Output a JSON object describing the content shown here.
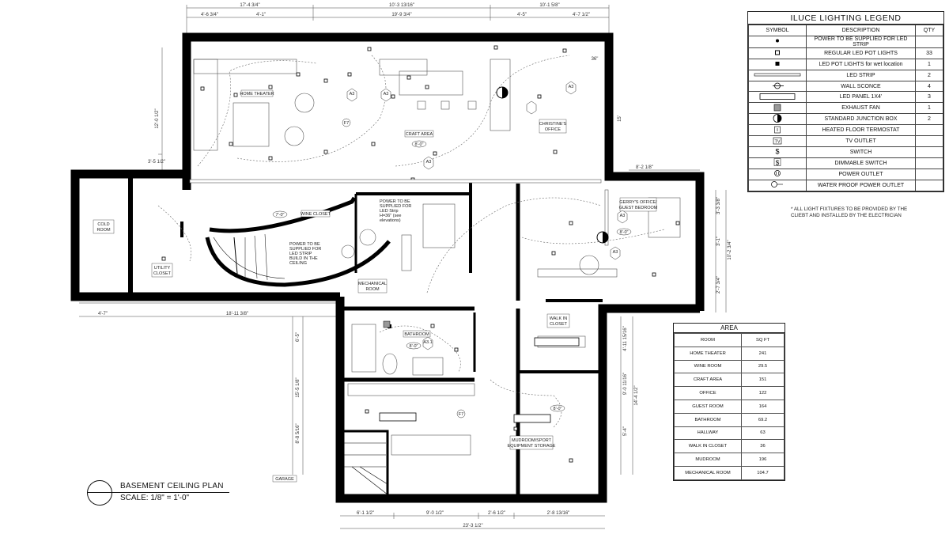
{
  "legend": {
    "title": "ILUCE LIGHTING LEGEND",
    "headers": {
      "symbol": "SYMBOL",
      "description": "DESCRIPTION",
      "qty": "QTY"
    },
    "rows": [
      {
        "icon": "dot-icon",
        "description": "POWER TO BE SUPPLIED FOR LED STRIP",
        "qty": ""
      },
      {
        "icon": "pot-light-icon",
        "description": "REGULAR LED POT LIGHTS",
        "qty": "33"
      },
      {
        "icon": "wet-pot-light-icon",
        "description": "LED POT LIGHTS for wet location",
        "qty": "1"
      },
      {
        "icon": "led-strip-icon",
        "description": "LED STRIP",
        "qty": "2"
      },
      {
        "icon": "wall-sconce-icon",
        "description": "WALL SCONCE",
        "qty": "4"
      },
      {
        "icon": "led-panel-icon",
        "description": "LED PANEL 1X4'",
        "qty": "3"
      },
      {
        "icon": "exhaust-fan-icon",
        "description": "EXHAUST FAN",
        "qty": "1"
      },
      {
        "icon": "junction-box-icon",
        "description": "STANDARD JUNCTION BOX",
        "qty": "2"
      },
      {
        "icon": "thermostat-icon",
        "description": "HEATED FLOOR TERMOSTAT",
        "qty": ""
      },
      {
        "icon": "tv-outlet-icon",
        "description": "TV OUTLET",
        "qty": ""
      },
      {
        "icon": "switch-icon",
        "description": "SWITCH",
        "qty": ""
      },
      {
        "icon": "dimmable-switch-icon",
        "description": "DIMMABLE SWITCH",
        "qty": ""
      },
      {
        "icon": "power-outlet-icon",
        "description": "POWER OUTLET",
        "qty": ""
      },
      {
        "icon": "waterproof-outlet-icon",
        "description": "WATER PROOF POWER OUTLET",
        "qty": ""
      }
    ],
    "note": "* ALL LIGHT FIXTURES TO BE PROVIDED BY THE CLIEBT AND INSTALLED BY THE ELECTRICIAN"
  },
  "area": {
    "title": "AREA",
    "headers": {
      "room": "ROOM",
      "sqft": "SQ FT"
    },
    "rows": [
      {
        "room": "HOME THEATER",
        "sqft": "241"
      },
      {
        "room": "WINE ROOM",
        "sqft": "29.5"
      },
      {
        "room": "CRAFT AREA",
        "sqft": "151"
      },
      {
        "room": "OFFICE",
        "sqft": "122"
      },
      {
        "room": "GUEST ROOM",
        "sqft": "164"
      },
      {
        "room": "BATHROOM",
        "sqft": "69.2"
      },
      {
        "room": "HALLWAY",
        "sqft": "63"
      },
      {
        "room": "WALK IN CLOSET",
        "sqft": "36"
      },
      {
        "room": "MUDROOM",
        "sqft": "196"
      },
      {
        "room": "MECHANICAL ROOM",
        "sqft": "104.7"
      }
    ]
  },
  "plan": {
    "title": "BASEMENT CEILING PLAN",
    "scale": "SCALE: 1/8\" = 1'-0\"",
    "rooms": {
      "home_theater": "HOME THEATER",
      "craft_area": "CRAFT AREA",
      "christines_office_1": "CHRISTINE'S",
      "christines_office_2": "OFFICE",
      "gerry_office_1": "GERRY'S OFFICE/",
      "gerry_office_2": "GUEST BEDROOM",
      "cold_room_1": "COLD",
      "cold_room_2": "ROOM",
      "utility_1": "UTILITY",
      "utility_2": "CLOSET",
      "wine_closet": "WINE CLOSET",
      "mechanical_1": "MECHANICAL",
      "mechanical_2": "ROOM",
      "bathroom": "BATHROOM",
      "walk_in_1": "WALK IN",
      "walk_in_2": "CLOSET",
      "mudroom_1": "MUDROOM/SPORT",
      "mudroom_2": "EQUIPMENT STORAGE",
      "garage": "GARAGE"
    },
    "notes": {
      "power_strip_a": [
        "POWER TO BE",
        "SUPPLIED FOR",
        "LED Strip",
        "H=36\" (see",
        "elevations)"
      ],
      "power_strip_b": [
        "POWER TO BE",
        "SUPPLIED FOR",
        "LED STRIP",
        "BUILD IN THE",
        "CEILING"
      ]
    },
    "heights": [
      "8'-0\"",
      "7'-0\"",
      "8'-0\"",
      "8'-0\"",
      "8'-0\""
    ],
    "tags": [
      "A3",
      "A3",
      "A3",
      "A3",
      "A3",
      "A3.1",
      "A3"
    ],
    "tag_sub": "1",
    "fixture_code": "F7",
    "dimensions": {
      "top": [
        "17'-4 3/4\"",
        "10'-3 13/16\"",
        "10'-1 5/8\"",
        "4'-6 3/4\"",
        "4'-1\"",
        "19'-9 3/4\"",
        "4'-5\"",
        "4'-7 1/2\""
      ],
      "left": [
        "12'-0 1/2\"",
        "3'-5 1/2\"",
        "6'-5\"",
        "15'-5 1/8\"",
        "8'-8 5/16\""
      ],
      "right": [
        "36\"",
        "15'",
        "8'-2 1/8\"",
        "3'-3 3/8\"",
        "10'-2 3/4\"",
        "2'-7 3/4\"",
        "3'-1\"",
        "4'-11 15/16\"",
        "9'-0 11/16\"",
        "14'-4 1/2\"",
        "5'-4\""
      ],
      "mid": [
        "4'-7\"",
        "18'-11 3/8\""
      ],
      "bottom": [
        "6'-1 1/2\"",
        "9'-0 1/2\"",
        "2'-6 1/2\"",
        "2'-8 13/16\"",
        "23'-3 1/2\""
      ]
    }
  }
}
